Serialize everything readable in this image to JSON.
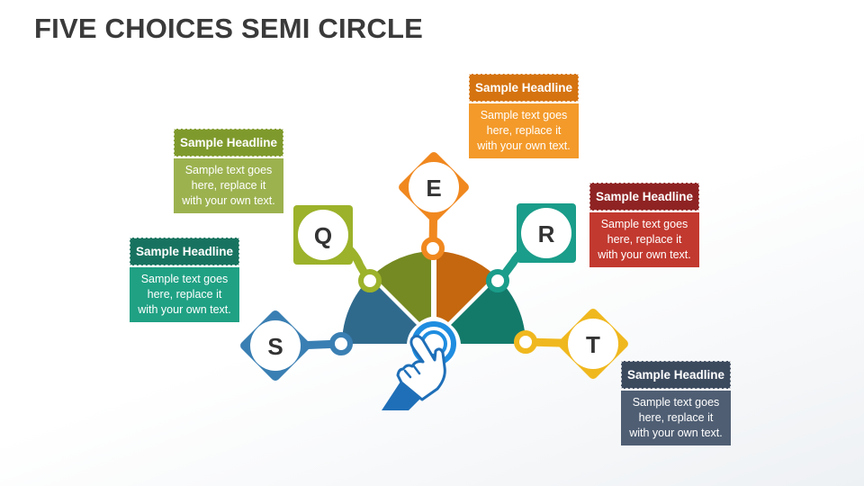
{
  "title": "FIVE CHOICES SEMI CIRCLE",
  "colors": {
    "S": "#3a7fb3",
    "Q": "#9cb22a",
    "E": "#f0881f",
    "R": "#1a9d8a",
    "T": "#f0b81f",
    "seg1": "#2f6a8d",
    "seg2": "#758a22",
    "seg3": "#c4670f",
    "seg4": "#137a6a",
    "button": "#1f8de0",
    "hand": "#1f6fb8"
  },
  "nodes": [
    {
      "id": "S",
      "letter": "S"
    },
    {
      "id": "Q",
      "letter": "Q"
    },
    {
      "id": "E",
      "letter": "E"
    },
    {
      "id": "R",
      "letter": "R"
    },
    {
      "id": "T",
      "letter": "T"
    }
  ],
  "cards": [
    {
      "id": "green",
      "headline": "Sample Headline",
      "lines": [
        "Sample text goes",
        "here, replace it",
        "with your own text."
      ],
      "head_color": "#7f9a2c",
      "body_color": "#9cb24f"
    },
    {
      "id": "teal",
      "headline": "Sample Headline",
      "lines": [
        "Sample text goes",
        "here, replace it",
        "with your own text."
      ],
      "head_color": "#17735f",
      "body_color": "#20a184"
    },
    {
      "id": "orange",
      "headline": "Sample Headline",
      "lines": [
        "Sample text goes",
        "here, replace it",
        "with your own text."
      ],
      "head_color": "#d57310",
      "body_color": "#f39a2a"
    },
    {
      "id": "red",
      "headline": "Sample Headline",
      "lines": [
        "Sample text goes",
        "here, replace it",
        "with your own text."
      ],
      "head_color": "#8f2323",
      "body_color": "#c2392f"
    },
    {
      "id": "slate",
      "headline": "Sample Headline",
      "lines": [
        "Sample text goes",
        "here, replace it",
        "with your own text."
      ],
      "head_color": "#3c4a5e",
      "body_color": "#4f5e73"
    }
  ]
}
